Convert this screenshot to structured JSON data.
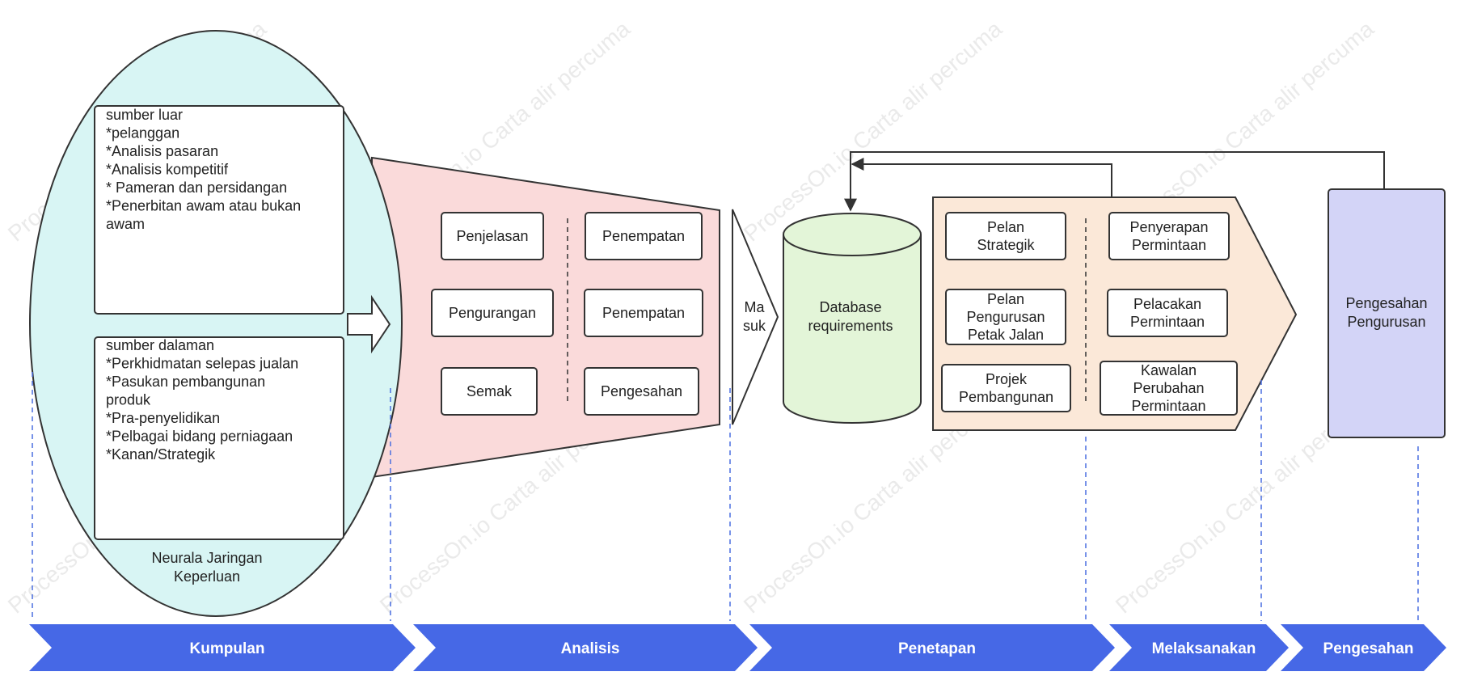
{
  "watermark": "ProcessOn.io Carta alir percuma",
  "colors": {
    "ellipse_fill": "#d8f5f4",
    "funnel_fill": "#fadada",
    "cylinder_fill": "#e3f5d8",
    "pentagon_fill": "#fbe8d8",
    "approval_fill": "#d3d4f7",
    "phase_fill": "#4668e6"
  },
  "collect": {
    "external_lines": [
      "sumber luar",
      "*pelanggan",
      "*Analisis pasaran",
      "*Analisis kompetitif",
      "* Pameran dan persidangan",
      "*Penerbitan awam atau bukan",
      "awam"
    ],
    "internal_lines": [
      "sumber dalaman",
      "*Perkhidmatan selepas jualan",
      "*Pasukan pembangunan",
      "produk",
      "*Pra-penyelidikan",
      "*Pelbagai bidang perniagaan",
      "*Kanan/Strategik"
    ],
    "ellipse_label_lines": [
      "Neurala Jaringan",
      "Keperluan"
    ],
    "arrow_icon": "right-block-arrow-icon"
  },
  "analysis": {
    "left_items": [
      "Penjelasan",
      "Pengurangan",
      "Semak"
    ],
    "right_items": [
      "Penempatan",
      "Penempatan",
      "Pengesahan"
    ]
  },
  "entry": {
    "label_lines": [
      "Ma",
      "suk"
    ]
  },
  "database": {
    "label_lines": [
      "Database",
      "requirements"
    ]
  },
  "define": {
    "left_items": [
      [
        "Pelan",
        "Strategik"
      ],
      [
        "Pelan",
        "Pengurusan",
        "Petak Jalan"
      ],
      [
        "Projek",
        "Pembangunan"
      ]
    ],
    "right_items": [
      [
        "Penyerapan",
        "Permintaan"
      ],
      [
        "Pelacakan",
        "Permintaan"
      ],
      [
        "Kawalan",
        "Perubahan",
        "Permintaan"
      ]
    ]
  },
  "approval": {
    "label_lines": [
      "Pengesahan",
      "Pengurusan"
    ]
  },
  "phases": [
    "Kumpulan",
    "Analisis",
    "Penetapan",
    "Melaksanakan",
    "Pengesahan"
  ]
}
